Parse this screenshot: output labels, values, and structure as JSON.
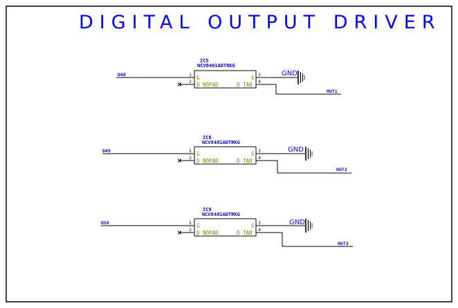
{
  "title": "DIGITAL OUTPUT DRIVER",
  "colors": {
    "title": "#0000ff",
    "pin_name": "#808000",
    "label": "#0000cc",
    "wire": "#000000"
  },
  "ics": [
    {
      "refdes": "IC5",
      "part": "NCV8401ADTRKG",
      "input_net": "D48",
      "output_net": "OUT1",
      "gnd_label": "GND",
      "pins": {
        "p1": "1",
        "p2": "2",
        "p3": "3",
        "p4": "4"
      },
      "pin_names": {
        "left1": "G",
        "left2": "D_NOPAD",
        "right1": "S",
        "right2": "D_TAB"
      }
    },
    {
      "refdes": "IC8",
      "part": "NCV8401ADTRKG",
      "input_net": "D49",
      "output_net": "OUT2",
      "gnd_label": "GND",
      "pins": {
        "p1": "1",
        "p2": "2",
        "p3": "3",
        "p4": "4"
      },
      "pin_names": {
        "left1": "G",
        "left2": "D_NOPAD",
        "right1": "S",
        "right2": "D_TAB"
      }
    },
    {
      "refdes": "IC9",
      "part": "NCV8401ADTRKG",
      "input_net": "D50",
      "output_net": "OUT3",
      "gnd_label": "GND",
      "pins": {
        "p1": "1",
        "p2": "2",
        "p3": "3",
        "p4": "4"
      },
      "pin_names": {
        "left1": "G",
        "left2": "D_NOPAD",
        "right1": "S",
        "right2": "D_TAB"
      }
    }
  ]
}
